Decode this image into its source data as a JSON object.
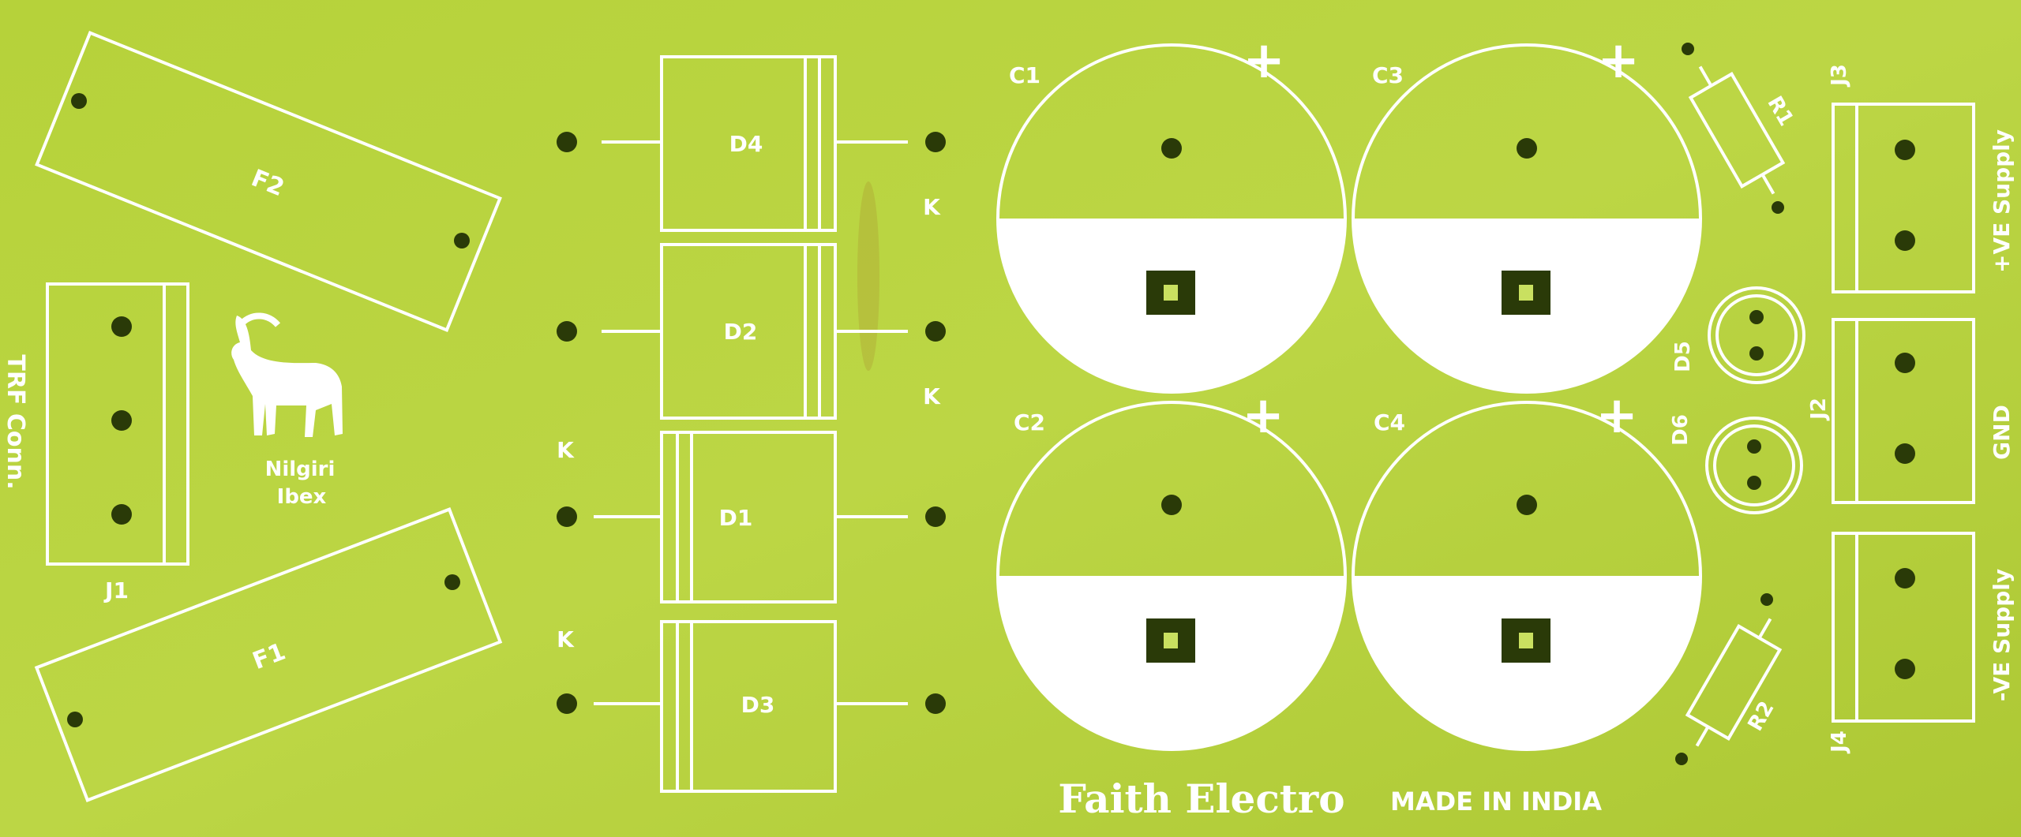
{
  "board": {
    "brand": "Faith Electro",
    "made_in": "MADE IN INDIA",
    "mascot_line1": "Nilgiri",
    "mascot_line2": "Ibex",
    "colors": {
      "board": "#b9d43f",
      "board_dark": "#a9c533",
      "silk": "#ffffff",
      "hole": "#2a3a08"
    }
  },
  "labels": {
    "f1": "F1",
    "f2": "F2",
    "j1": "J1",
    "j2": "J2",
    "j3": "J3",
    "j4": "J4",
    "trf": "TRF Conn.",
    "d1": "D1",
    "d2": "D2",
    "d3": "D3",
    "d4": "D4",
    "k": "K",
    "c1": "C1",
    "c2": "C2",
    "c3": "C3",
    "c4": "C4",
    "plus": "+",
    "r1": "R1",
    "r2": "R2",
    "d5": "D5",
    "d6": "D6",
    "pos_supply": "+VE Supply",
    "gnd": "GND",
    "neg_supply": "-VE Supply"
  },
  "icons": {
    "mascot": "ibex-icon"
  }
}
